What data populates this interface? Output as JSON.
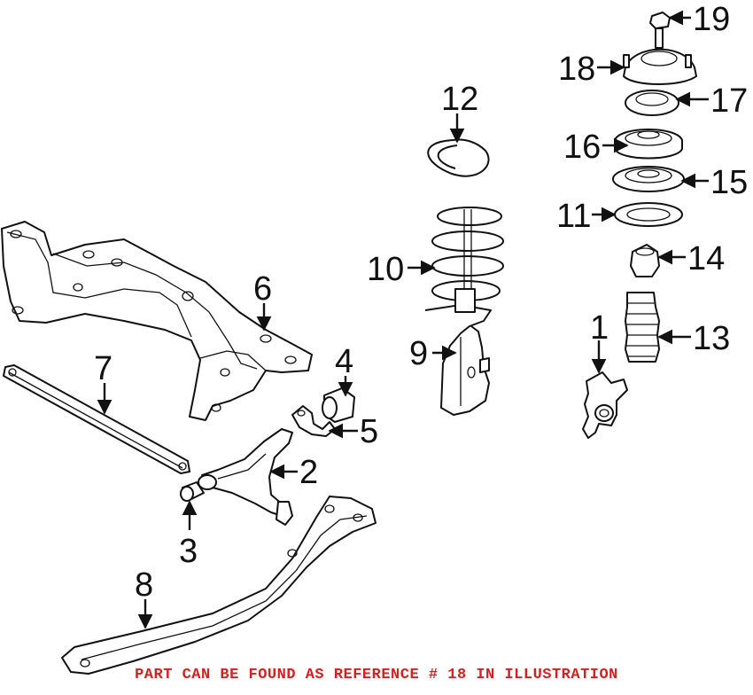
{
  "callouts": {
    "c1": "1",
    "c2": "2",
    "c3": "3",
    "c4": "4",
    "c5": "5",
    "c6": "6",
    "c7": "7",
    "c8": "8",
    "c9": "9",
    "c10": "10",
    "c11": "11",
    "c12": "12",
    "c13": "13",
    "c14": "14",
    "c15": "15",
    "c16": "16",
    "c17": "17",
    "c18": "18",
    "c19": "19"
  },
  "caption": "PART CAN BE FOUND AS REFERENCE # 18 IN ILLUSTRATION",
  "colors": {
    "caption": "#d61f1f",
    "ink": "#111111",
    "background": "#ffffff"
  }
}
